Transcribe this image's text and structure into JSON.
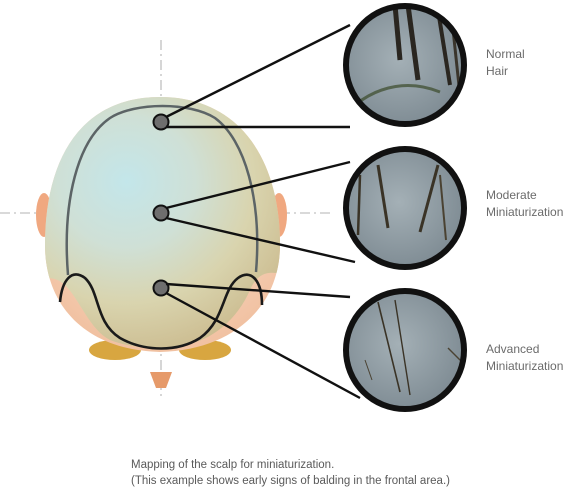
{
  "zones": [
    {
      "label_line1": "Normal",
      "label_line2": "Hair"
    },
    {
      "label_line1": "Moderate",
      "label_line2": "Miniaturization"
    },
    {
      "label_line1": "Advanced",
      "label_line2": "Miniaturization"
    }
  ],
  "caption": {
    "line1": "Mapping of the scalp for miniaturization.",
    "line2": "(This example shows early signs of balding in the frontal area.)"
  },
  "colors": {
    "outline": "#1a1a1a",
    "skin": "#f2c9a8",
    "scalp_center": "#bfe3e6",
    "scalp_mid": "#d8d6b4",
    "magnified_bg": "#8c9aa2",
    "hair": "#2e2a22",
    "label_text": "#6b6b6b"
  }
}
